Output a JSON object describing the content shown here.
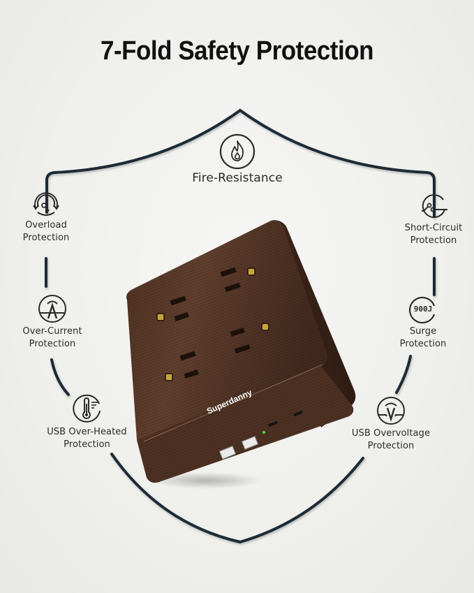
{
  "title": "7-Fold Safety Protection",
  "product": {
    "brand": "Superdanny",
    "description": "Wood-grain cube power strip with 6 AC outlets, 2 USB-A ports, 2 USB-C ports",
    "colors": {
      "wood_dark": "#3b2419",
      "wood_mid": "#5a3a2a",
      "prong": "#c9a63a",
      "led": "#3ddc4a"
    }
  },
  "shield": {
    "stroke_color": "#1f2a35"
  },
  "features": [
    {
      "id": "fire",
      "label": "Fire-Resistance",
      "icon": "flame-icon"
    },
    {
      "id": "overload",
      "label_line1": "Overload",
      "label_line2": "Protection",
      "icon": "gauge-icon"
    },
    {
      "id": "short",
      "label_line1": "Short-Circuit",
      "label_line2": "Protection",
      "icon": "circuit-icon"
    },
    {
      "id": "current",
      "label_line1": "Over-Current",
      "label_line2": "Protection",
      "icon": "ammeter-icon"
    },
    {
      "id": "surge",
      "label_line1": "Surge",
      "label_line2": "Protection",
      "icon": "joule-icon",
      "badge": "900J"
    },
    {
      "id": "heat",
      "label_line1": "USB Over-Heated",
      "label_line2": "Protection",
      "icon": "thermometer-icon"
    },
    {
      "id": "voltage",
      "label_line1": "USB Overvoltage",
      "label_line2": "Protection",
      "icon": "voltmeter-icon"
    }
  ]
}
